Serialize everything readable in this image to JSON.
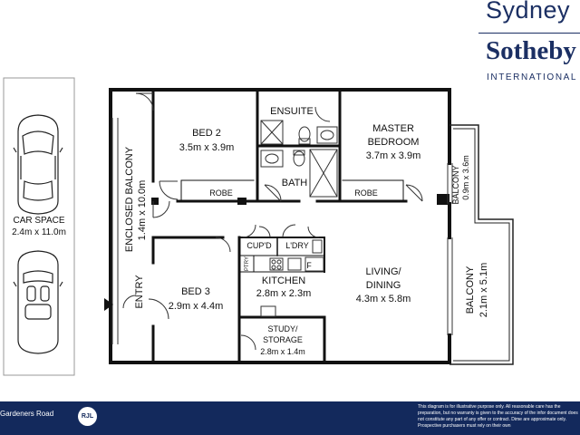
{
  "brand": {
    "city": "Sydney",
    "name": "Sotheby",
    "subtitle": "INTERNATIONAL RE",
    "color": "#1b2f63"
  },
  "footer": {
    "street": "Gardeners Road",
    "logo_text": "RJL",
    "disclaimer": "This diagram is for illustrative purpose only. All reasonable care has the preparation, but no warranty is given to the accuracy of the infor document does not constitute any part of any offer or contract. Dime are approximate only. Prospective purchasers must rely on their own",
    "color": "#13295c"
  },
  "rooms": {
    "bed2": {
      "name": "BED 2",
      "size": "3.5m x 3.9m"
    },
    "ensuite": {
      "name": "ENSUITE"
    },
    "master": {
      "name1": "MASTER",
      "name2": "BEDROOM",
      "size": "3.7m x 3.9m"
    },
    "robe_left": {
      "name": "ROBE"
    },
    "robe_right": {
      "name": "ROBE"
    },
    "bath": {
      "name": "BATH"
    },
    "enclosed_balcony": {
      "name": "ENCLOSED BALCONY",
      "size": "1.4m x 10.0m"
    },
    "car_space": {
      "name": "CAR SPACE",
      "size": "2.4m x 11.0m"
    },
    "cupd": {
      "name": "CUP'D"
    },
    "ldry": {
      "name": "L'DRY"
    },
    "ptry": {
      "name": "PTRY"
    },
    "fridge": {
      "name": "F"
    },
    "kitchen": {
      "name": "KITCHEN",
      "size": "2.8m x 2.3m"
    },
    "living": {
      "name1": "LIVING/",
      "name2": "DINING",
      "size": "4.3m x 5.8m"
    },
    "bed3": {
      "name": "BED 3",
      "size": "2.9m x 4.4m"
    },
    "entry": {
      "name": "ENTRY"
    },
    "study": {
      "name1": "STUDY/",
      "name2": "STORAGE",
      "size": "2.8m x 1.4m"
    },
    "balcony_small": {
      "name": "BALCONY",
      "size": "0.9m x 3.6m"
    },
    "balcony_large": {
      "name": "BALCONY",
      "size": "2.1m x 5.1m"
    }
  }
}
